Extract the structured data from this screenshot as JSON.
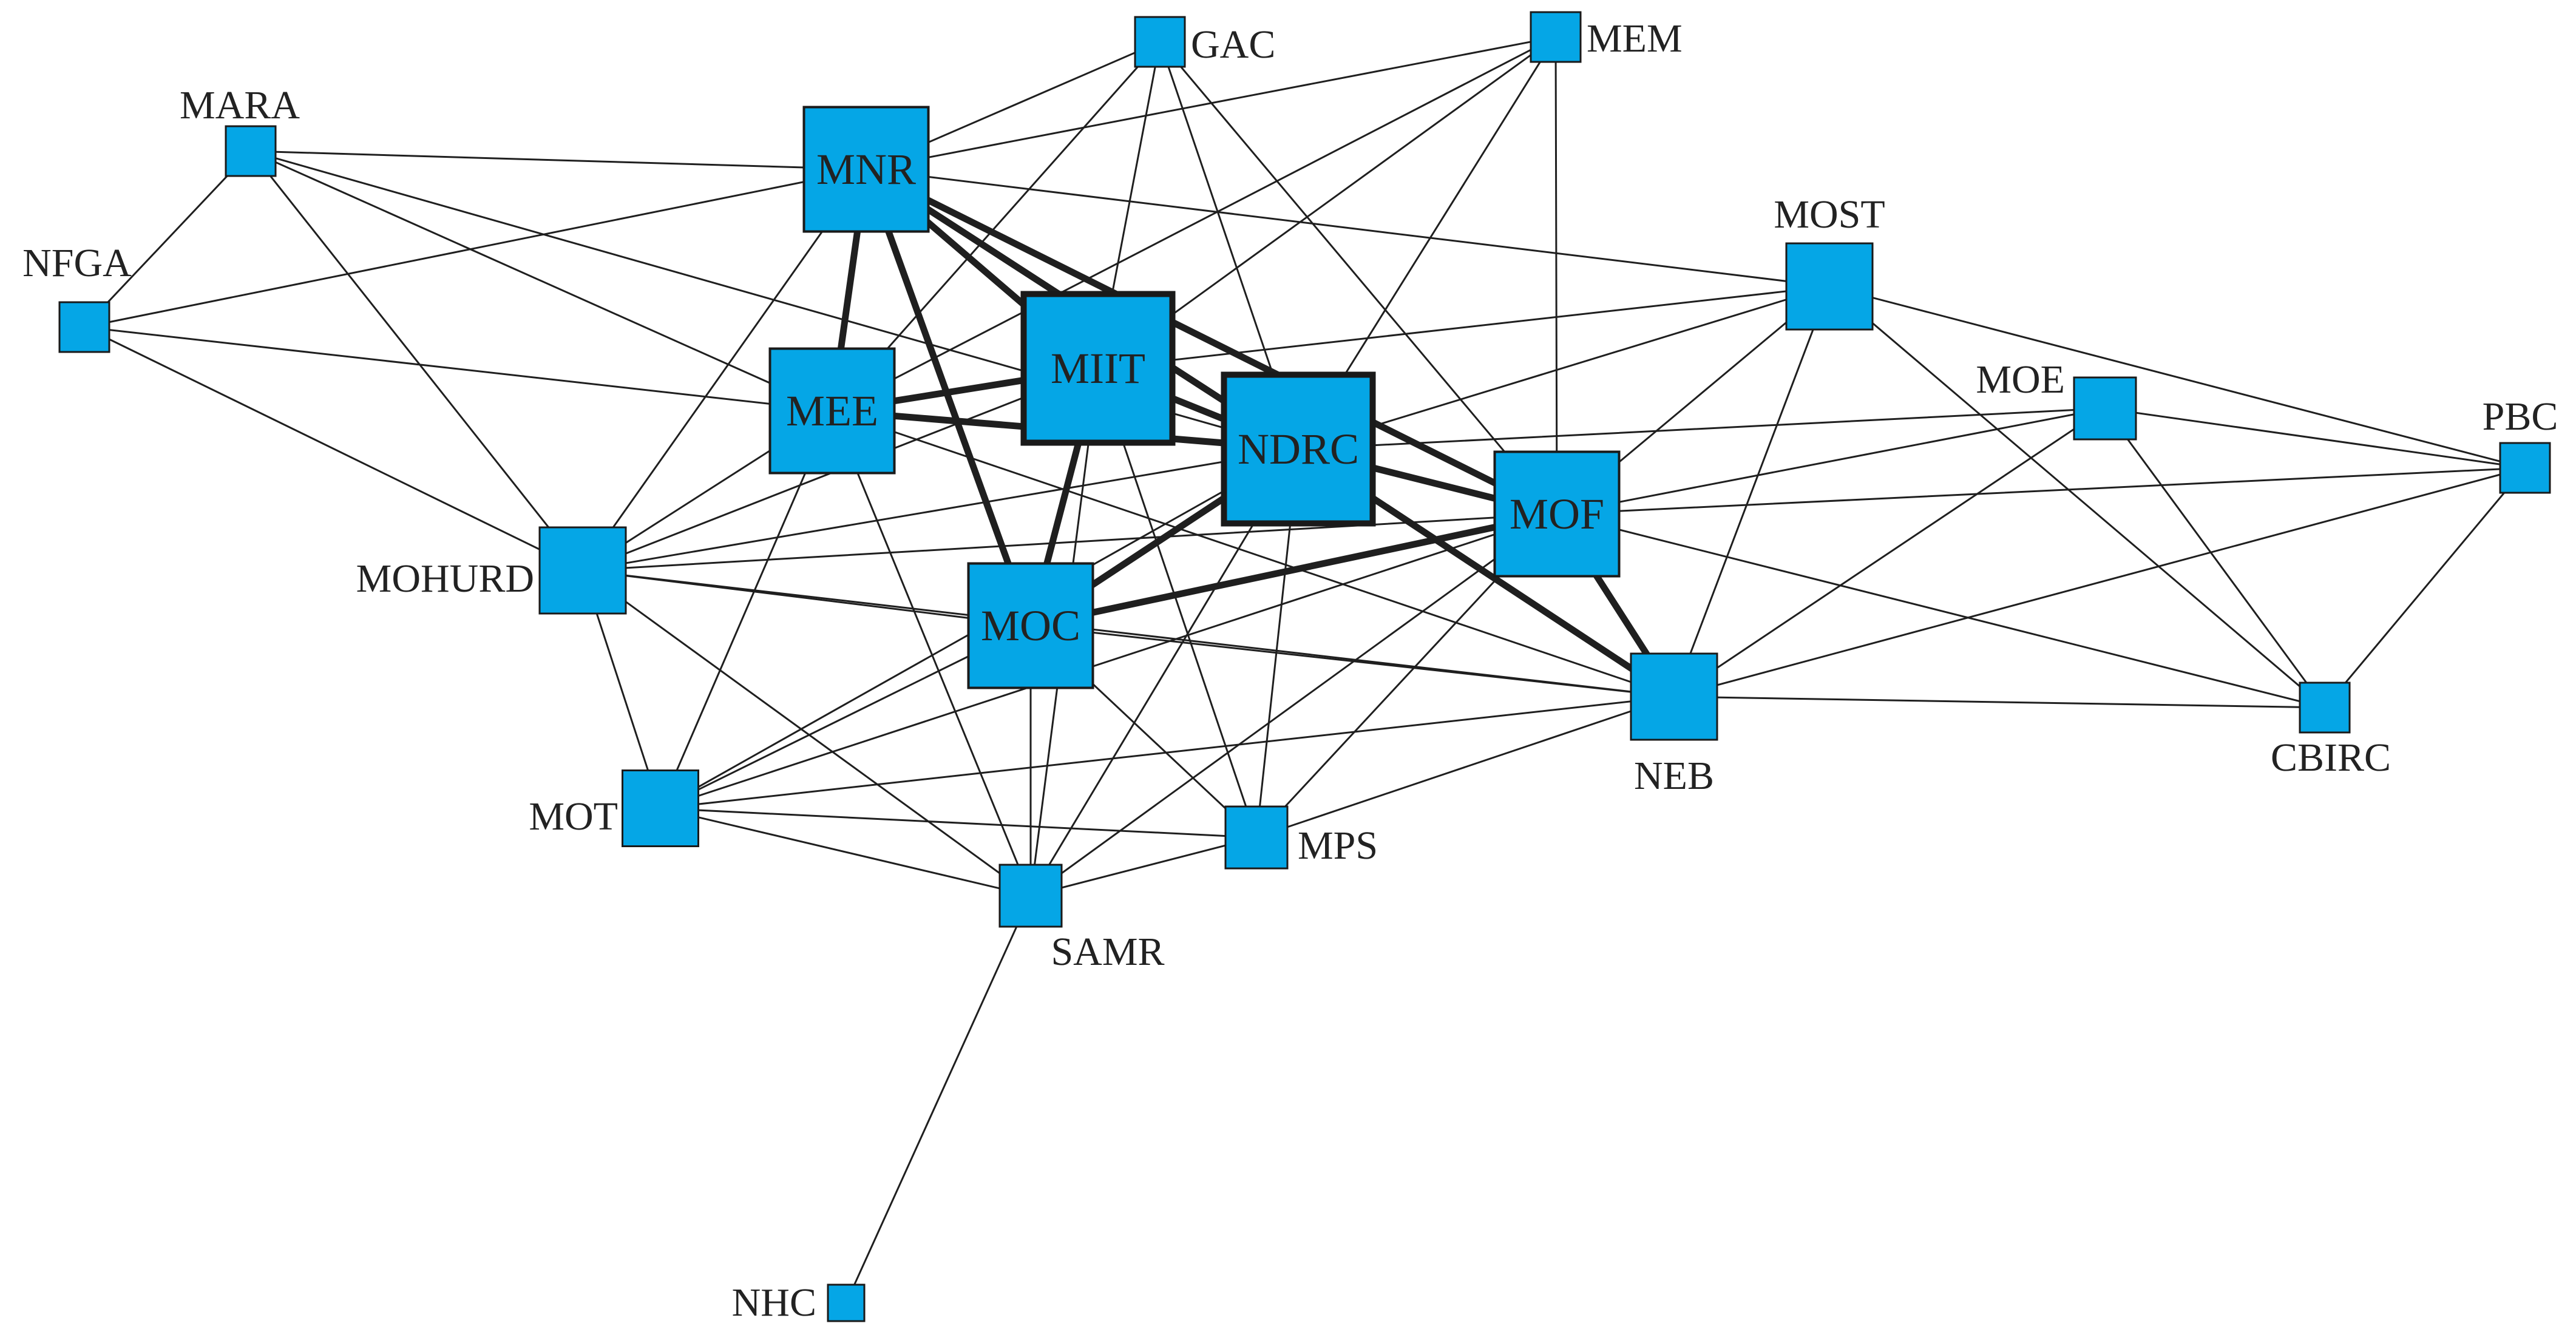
{
  "diagram": {
    "colors": {
      "node_fill": "#05a6e6",
      "node_stroke": "#1a1a1a",
      "edge": "#1f1f1f",
      "label": "#222222"
    },
    "nodes": [
      {
        "id": "MNR",
        "label": "MNR",
        "weight": 3
      },
      {
        "id": "MIIT",
        "label": "MIIT",
        "weight": 5
      },
      {
        "id": "NDRC",
        "label": "NDRC",
        "weight": 5
      },
      {
        "id": "MEE",
        "label": "MEE",
        "weight": 3
      },
      {
        "id": "MOF",
        "label": "MOF",
        "weight": 3
      },
      {
        "id": "MOC",
        "label": "MOC",
        "weight": 3
      },
      {
        "id": "MOHURD",
        "label": "MOHURD",
        "weight": 2
      },
      {
        "id": "MOST",
        "label": "MOST",
        "weight": 2
      },
      {
        "id": "NEB",
        "label": "NEB",
        "weight": 2
      },
      {
        "id": "MOT",
        "label": "MOT",
        "weight": 2
      },
      {
        "id": "MPS",
        "label": "MPS",
        "weight": 2
      },
      {
        "id": "SAMR",
        "label": "SAMR",
        "weight": 2
      },
      {
        "id": "GAC",
        "label": "GAC",
        "weight": 1
      },
      {
        "id": "MEM",
        "label": "MEM",
        "weight": 1
      },
      {
        "id": "MARA",
        "label": "MARA",
        "weight": 1
      },
      {
        "id": "NFGA",
        "label": "NFGA",
        "weight": 1
      },
      {
        "id": "MOE",
        "label": "MOE",
        "weight": 1
      },
      {
        "id": "PBC",
        "label": "PBC",
        "weight": 1
      },
      {
        "id": "CBIRC",
        "label": "CBIRC",
        "weight": 1
      },
      {
        "id": "NHC",
        "label": "NHC",
        "weight": 1
      }
    ],
    "edges": [
      [
        "MNR",
        "MEE",
        3
      ],
      [
        "MNR",
        "MIIT",
        3
      ],
      [
        "MNR",
        "NDRC",
        3
      ],
      [
        "MNR",
        "MOF",
        3
      ],
      [
        "MNR",
        "MOC",
        3
      ],
      [
        "MIIT",
        "MEE",
        3
      ],
      [
        "MIIT",
        "NDRC",
        3
      ],
      [
        "MIIT",
        "MOC",
        3
      ],
      [
        "NDRC",
        "MEE",
        3
      ],
      [
        "NDRC",
        "MOF",
        3
      ],
      [
        "NDRC",
        "MOC",
        3
      ],
      [
        "NDRC",
        "NEB",
        3
      ],
      [
        "MOF",
        "MOC",
        3
      ],
      [
        "MOF",
        "NEB",
        3
      ],
      [
        "MNR",
        "MARA",
        1
      ],
      [
        "MNR",
        "NFGA",
        1
      ],
      [
        "MNR",
        "MOHURD",
        1
      ],
      [
        "MNR",
        "MOST",
        1
      ],
      [
        "GAC",
        "MNR",
        1
      ],
      [
        "GAC",
        "MIIT",
        1
      ],
      [
        "GAC",
        "NDRC",
        1
      ],
      [
        "GAC",
        "MOF",
        1
      ],
      [
        "GAC",
        "MEE",
        1
      ],
      [
        "MEM",
        "MNR",
        1
      ],
      [
        "MEM",
        "MIIT",
        1
      ],
      [
        "MEM",
        "NDRC",
        1
      ],
      [
        "MEM",
        "MOF",
        1
      ],
      [
        "MEM",
        "MEE",
        1
      ],
      [
        "MARA",
        "NFGA",
        1
      ],
      [
        "MARA",
        "MEE",
        1
      ],
      [
        "MARA",
        "MOHURD",
        1
      ],
      [
        "MARA",
        "NDRC",
        1
      ],
      [
        "NFGA",
        "MEE",
        1
      ],
      [
        "NFGA",
        "MOHURD",
        1
      ],
      [
        "MEE",
        "MOHURD",
        1
      ],
      [
        "MEE",
        "MOT",
        1
      ],
      [
        "MEE",
        "SAMR",
        1
      ],
      [
        "MEE",
        "NEB",
        1
      ],
      [
        "MIIT",
        "MOST",
        1
      ],
      [
        "MIIT",
        "MOHURD",
        1
      ],
      [
        "MIIT",
        "MPS",
        1
      ],
      [
        "MIIT",
        "SAMR",
        1
      ],
      [
        "MOST",
        "NDRC",
        1
      ],
      [
        "MOST",
        "MOF",
        1
      ],
      [
        "MOST",
        "NEB",
        1
      ],
      [
        "MOST",
        "PBC",
        1
      ],
      [
        "MOST",
        "CBIRC",
        1
      ],
      [
        "MOE",
        "NDRC",
        1
      ],
      [
        "MOE",
        "MOF",
        1
      ],
      [
        "MOE",
        "NEB",
        1
      ],
      [
        "MOE",
        "PBC",
        1
      ],
      [
        "MOE",
        "CBIRC",
        1
      ],
      [
        "PBC",
        "MOF",
        1
      ],
      [
        "PBC",
        "NEB",
        1
      ],
      [
        "PBC",
        "CBIRC",
        1
      ],
      [
        "MOF",
        "MOHURD",
        1
      ],
      [
        "MOF",
        "CBIRC",
        1
      ],
      [
        "MOF",
        "MOT",
        1
      ],
      [
        "MOF",
        "MPS",
        1
      ],
      [
        "MOF",
        "SAMR",
        1
      ],
      [
        "NDRC",
        "MOT",
        1
      ],
      [
        "NDRC",
        "MPS",
        1
      ],
      [
        "NDRC",
        "SAMR",
        1
      ],
      [
        "NDRC",
        "MOHURD",
        1
      ],
      [
        "MOHURD",
        "MOC",
        1
      ],
      [
        "MOHURD",
        "MOT",
        1
      ],
      [
        "MOHURD",
        "NEB",
        1
      ],
      [
        "MOHURD",
        "SAMR",
        1
      ],
      [
        "MOC",
        "MOT",
        1
      ],
      [
        "MOC",
        "MPS",
        1
      ],
      [
        "MOC",
        "SAMR",
        1
      ],
      [
        "MOC",
        "NEB",
        1
      ],
      [
        "NEB",
        "CBIRC",
        1
      ],
      [
        "NEB",
        "MOT",
        1
      ],
      [
        "NEB",
        "MPS",
        1
      ],
      [
        "MOT",
        "MPS",
        1
      ],
      [
        "MOT",
        "SAMR",
        1
      ],
      [
        "MPS",
        "SAMR",
        1
      ],
      [
        "SAMR",
        "NHC",
        1
      ]
    ]
  }
}
